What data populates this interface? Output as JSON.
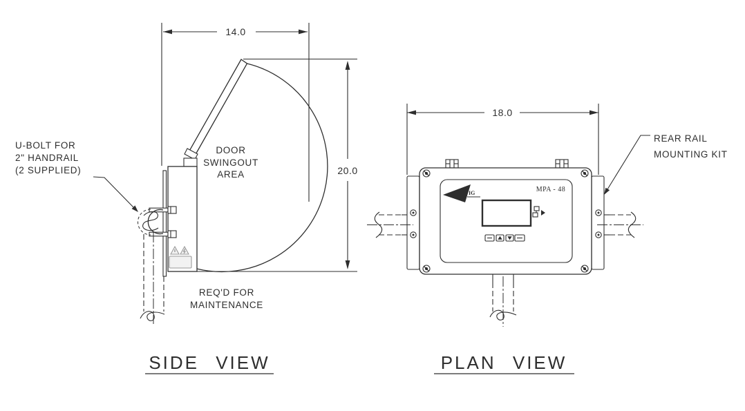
{
  "side_view": {
    "title": "SIDE VIEW",
    "width_dim": "14.0",
    "height_dim": "20.0",
    "door_area_label": [
      "DOOR",
      "SWINGOUT",
      "AREA"
    ],
    "maintenance_note": [
      "REQ'D FOR",
      "MAINTENANCE"
    ],
    "ubolt_note": [
      "U-BOLT FOR",
      "2\" HANDRAIL",
      "(2 SUPPLIED)"
    ]
  },
  "plan_view": {
    "title": "PLAN VIEW",
    "width_dim": "18.0",
    "rail_kit_note": [
      "REAR RAIL",
      "MOUNTING KIT"
    ],
    "model_label": "MPA - 48",
    "logo_text": "IG"
  },
  "colors": {
    "line": "#2e2e2e",
    "background": "#ffffff",
    "warning_fill": "#f2f2f2"
  }
}
